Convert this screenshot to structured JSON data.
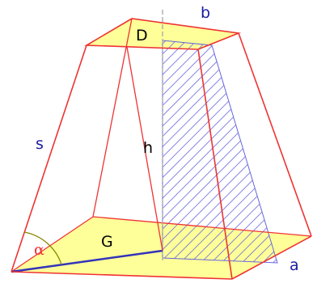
{
  "diagram": {
    "labels": {
      "top_edge": "b",
      "top_face": "D",
      "lateral_edge": "s",
      "height": "h",
      "base_angle": "α",
      "base_face": "G",
      "base_edge": "a"
    },
    "colors": {
      "background": "#ffffff",
      "face_fill": "#ffff99",
      "edge": "#ee3333",
      "label_blue": "#1a1aa0",
      "label_black": "#000000",
      "hatch": "#6666dd",
      "height_line": "#aaaaaa",
      "angle_arc": "#888800",
      "diagonal": "#3333bb"
    }
  }
}
